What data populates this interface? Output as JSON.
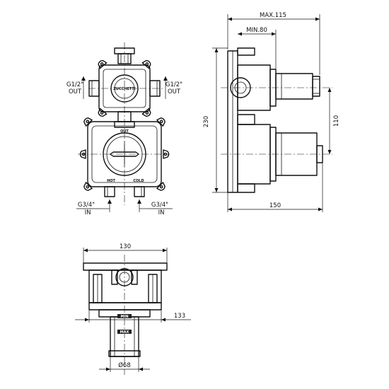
{
  "drawing": {
    "left_view": {
      "top_outlet_left": [
        "G1/2\"",
        "OUT"
      ],
      "top_outlet_right": [
        "G1/2\"",
        "OUT"
      ],
      "port_out": "OUT",
      "port_hot": "HOT",
      "port_cold": "COLD",
      "inlet_left": [
        "G3/4\"",
        "IN"
      ],
      "inlet_right": [
        "G3/4\"",
        "IN"
      ]
    },
    "side_view": {
      "max_depth": "MAX.115",
      "min_depth": "MIN.80",
      "height_total": "230",
      "inlet_spacing": "110",
      "depth_overall": "150"
    },
    "bottom_view": {
      "width": "130",
      "depth": "133",
      "diameter": "Ø68",
      "mark_min": "MIN",
      "mark_max": "MAX"
    }
  }
}
